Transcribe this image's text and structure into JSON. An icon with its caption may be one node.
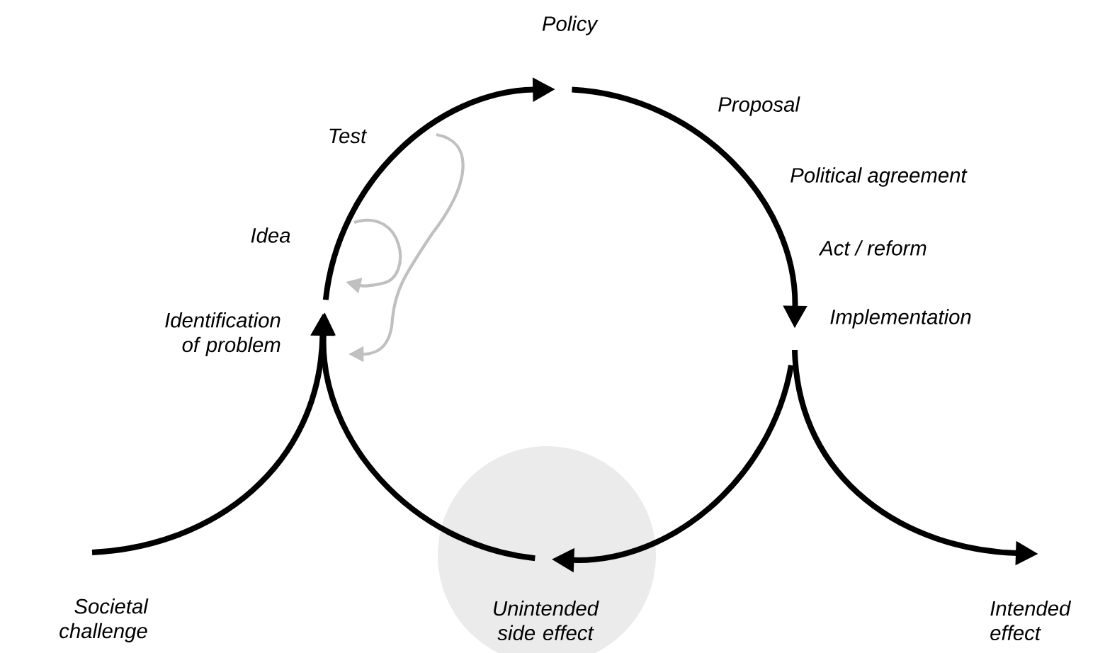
{
  "diagram": {
    "nodes": [
      {
        "text": [
          "Societal challenge"
        ]
      },
      {
        "text": [
          "Identification of problem"
        ]
      },
      {
        "text": [
          "Policy"
        ]
      },
      {
        "text": [
          "Implementation"
        ]
      },
      {
        "text": [
          "Intended effect"
        ]
      },
      {
        "text": [
          "Unintended side effect"
        ]
      },
      {
        "text": [
          "Test"
        ]
      },
      {
        "text": [
          "Idea"
        ]
      }
    ],
    "edges": [
      {
        "from": 0,
        "to": 1,
        "arrow": "to"
      },
      {
        "from": 1,
        "to": 2,
        "arrow": "to"
      },
      {
        "from": 2,
        "to": 3,
        "arrow": "to"
      },
      {
        "from": 3,
        "to": 4,
        "arrow": "to"
      },
      {
        "from": 3,
        "to": 5,
        "arrow": "to"
      },
      {
        "from": 5,
        "to": 1,
        "arrow": "to"
      },
      {
        "from": 6,
        "to": 1,
        "arrow": "to",
        "color": "#c0c0c0"
      },
      {
        "from": 7,
        "to": 1,
        "arrow": "to",
        "color": "#c0c0c0"
      }
    ],
    "labels": [
      "Proposal",
      "Political agreement",
      "Act / reform"
    ]
  }
}
